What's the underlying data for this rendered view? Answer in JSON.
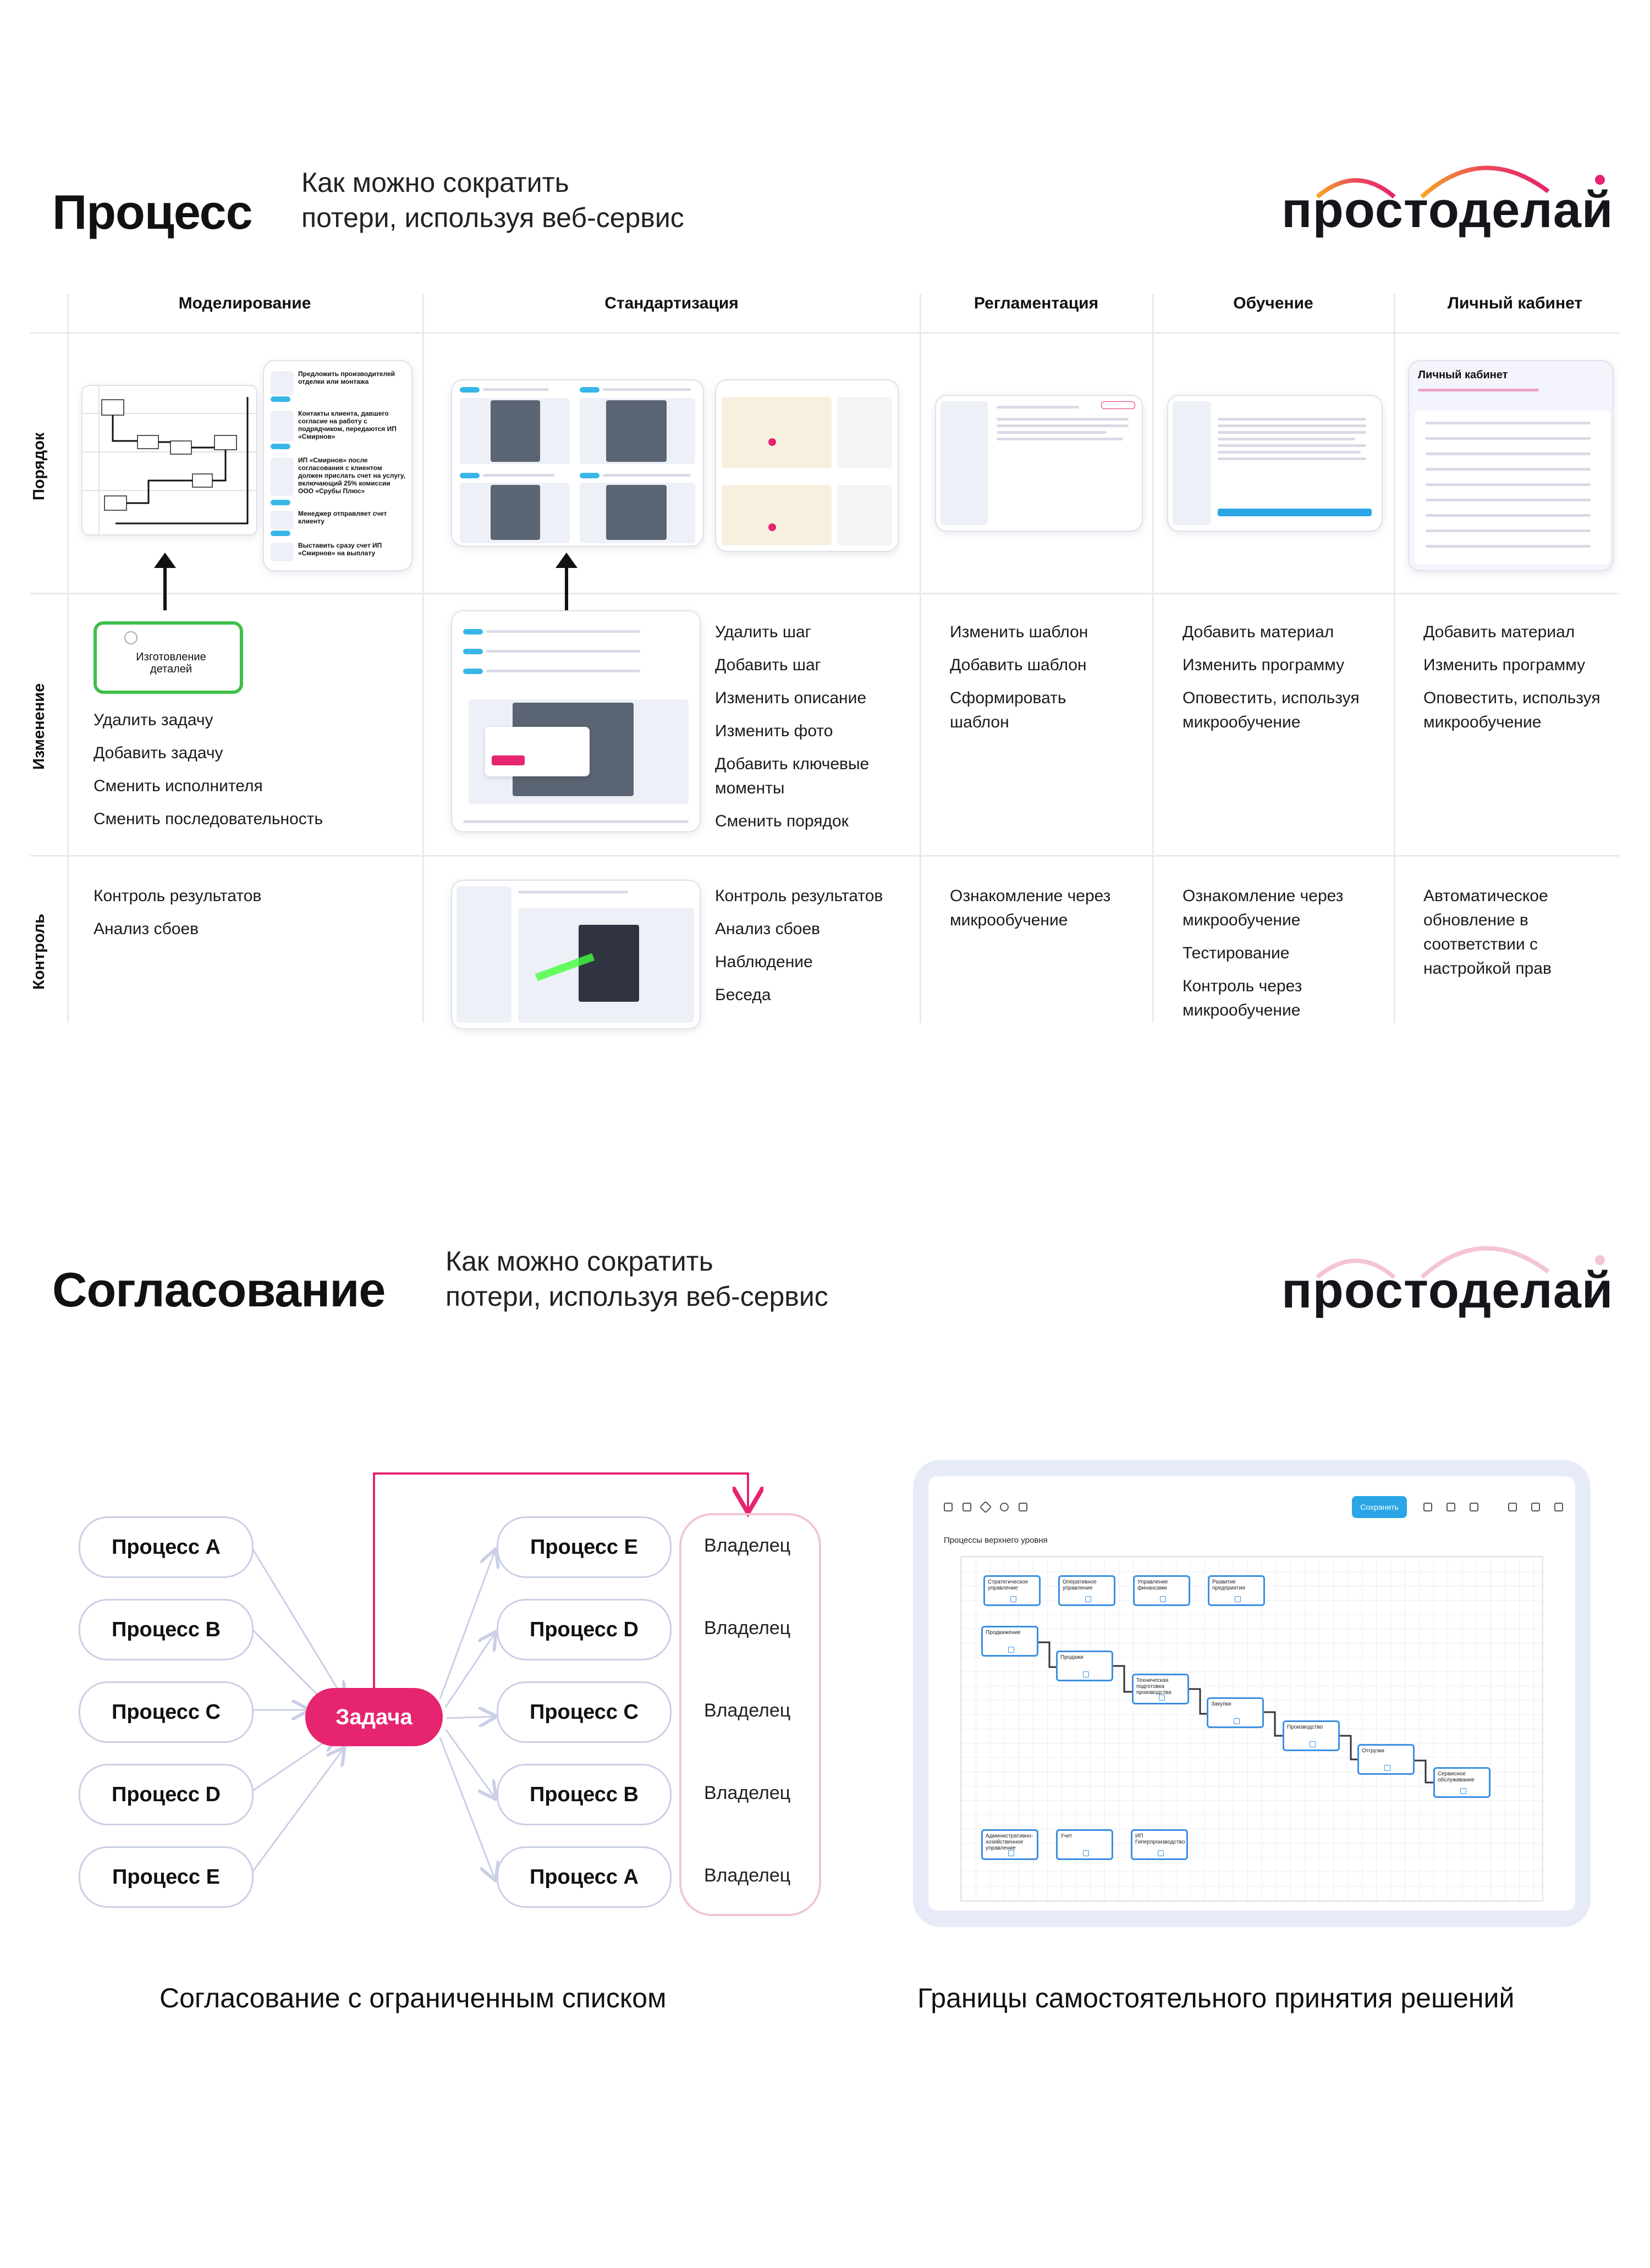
{
  "section1": {
    "title": "Процесс",
    "subtitle_line1": "Как можно сократить",
    "subtitle_line2": "потери, используя веб-сервис",
    "logo": "простоделай"
  },
  "table": {
    "columns": [
      "Моделирование",
      "Стандартизация",
      "Регламентация",
      "Обучение",
      "Личный кабинет"
    ],
    "rows": [
      "Порядок",
      "Изменение",
      "Контроль"
    ],
    "change": {
      "modeling": [
        "Удалить задачу",
        "Добавить задачу",
        "Сменить исполнителя",
        "Сменить последовательность"
      ],
      "standard": [
        "Удалить шаг",
        "Добавить шаг",
        "Изменить описание",
        "Изменить фото",
        "Добавить ключевые моменты",
        "Сменить порядок"
      ],
      "reglament": [
        "Изменить шаблон",
        "Добавить шаблон",
        "Сформировать шаблон"
      ],
      "training": [
        "Добавить материал",
        "Изменить программу",
        "Оповестить, используя микрообучение"
      ],
      "cabinet": [
        "Добавить материал",
        "Изменить программу",
        "Оповестить, используя микрообучение"
      ]
    },
    "control": {
      "modeling": [
        "Контроль результатов",
        "Анализ сбоев"
      ],
      "standard": [
        "Контроль результатов",
        "Анализ сбоев",
        "Наблюдение",
        "Беседа"
      ],
      "reglament": [
        "Ознакомление через микрообучение"
      ],
      "training": [
        "Ознакомление через микрообучение",
        "Тестирование",
        "Контроль через микрообучение"
      ],
      "cabinet": [
        "Автоматическое обновление в соответствии с настройкой прав"
      ]
    },
    "modeling_card_steps": [
      "Предложить производителей отделки или монтажа",
      "Контакты клиента, давшего согласие на работу с подрядчиком, передаются ИП «Смирнов»",
      "ИП «Смирнов» после согласования с клиентом должен прислать счет на услугу, включающий 25% комиссии ООО «Срубы Плюс»",
      "Менеджер отправляет счет клиенту",
      "Выставить сразу счет ИП «Смирнов» на выплату"
    ],
    "change_node_label": "Изготовление деталей",
    "cabinet_card_title": "Личный кабинет"
  },
  "section2": {
    "title": "Согласование",
    "subtitle_line1": "Как можно сократить",
    "subtitle_line2": "потери, используя веб-сервис",
    "logo": "простоделай",
    "left_processes": [
      "Процесс A",
      "Процесс B",
      "Процесс C",
      "Процесс D",
      "Процесс E"
    ],
    "task_label": "Задача",
    "right_processes": [
      "Процесс E",
      "Процесс D",
      "Процесс C",
      "Процесс B",
      "Процесс A"
    ],
    "owners": [
      "Владелец",
      "Владелец",
      "Владелец",
      "Владелец",
      "Владелец"
    ],
    "caption_left": "Согласование с ограниченным списком",
    "caption_right": "Границы самостоятельного принятия решений",
    "screen": {
      "save_button": "Сохранить",
      "heading": "Процессы верхнего уровня",
      "top_nodes": [
        "Стратегическое управление",
        "Оперативное управление",
        "Управление финансами",
        "Развитие предприятия"
      ],
      "chain_nodes": [
        "Продвижение",
        "Продажи",
        "Техническая подготовка производства",
        "Закупки",
        "Производство",
        "Отгрузки",
        "Сервисное обслуживание"
      ],
      "bottom_nodes": [
        "Административно-хозяйственное управление",
        "Учет",
        "ИП Гиперпроизводство"
      ]
    }
  },
  "colors": {
    "accent": "#e6246f",
    "line": "#e9e9ef",
    "pill_border": "#c9d0e6",
    "blue": "#3a8fe3"
  }
}
